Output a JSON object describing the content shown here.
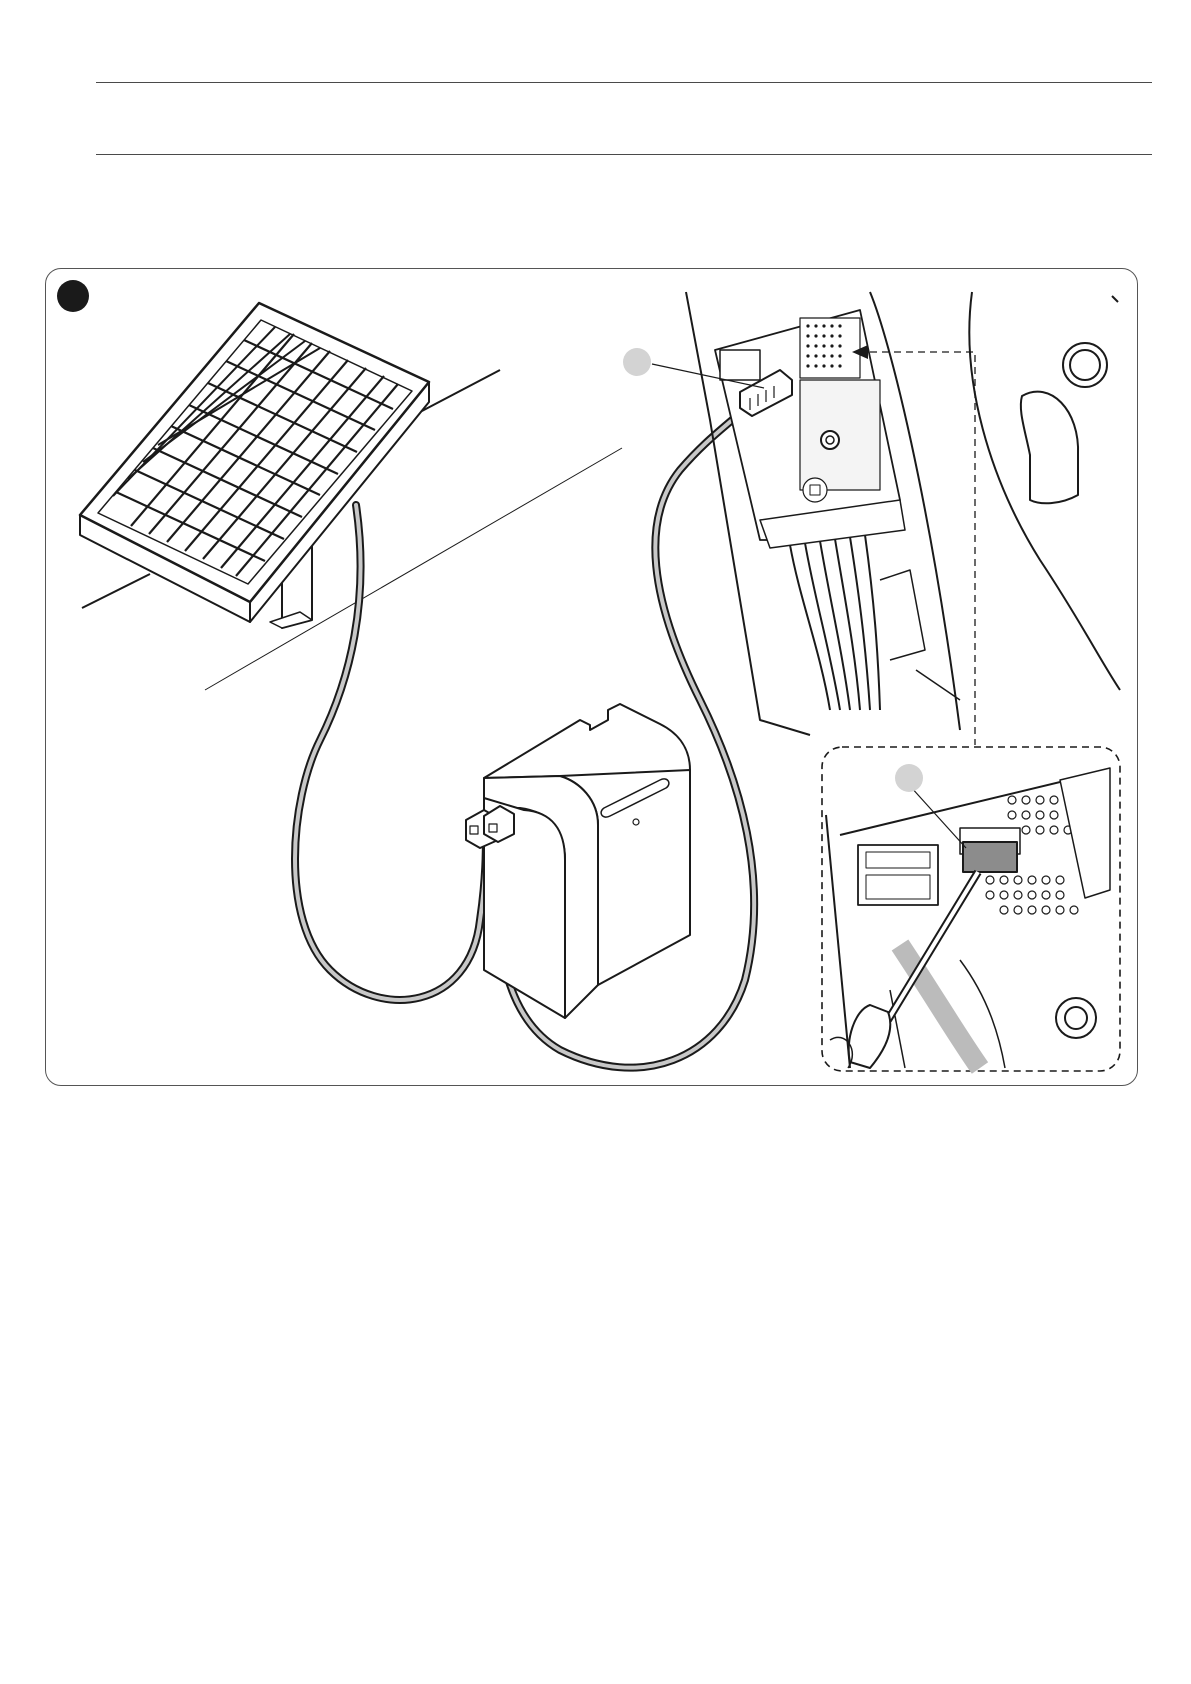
{
  "page": {
    "header_rules": 2
  },
  "figure": {
    "marker_shape": "filled-circle",
    "callout_marker_color": "#d3d3d3",
    "line_color": "#1a1a1a",
    "cable_fill": "#c8c8c8",
    "components": [
      "solar-panel",
      "battery-box",
      "control-unit",
      "connector",
      "screwdriver",
      "detail-inset"
    ]
  }
}
